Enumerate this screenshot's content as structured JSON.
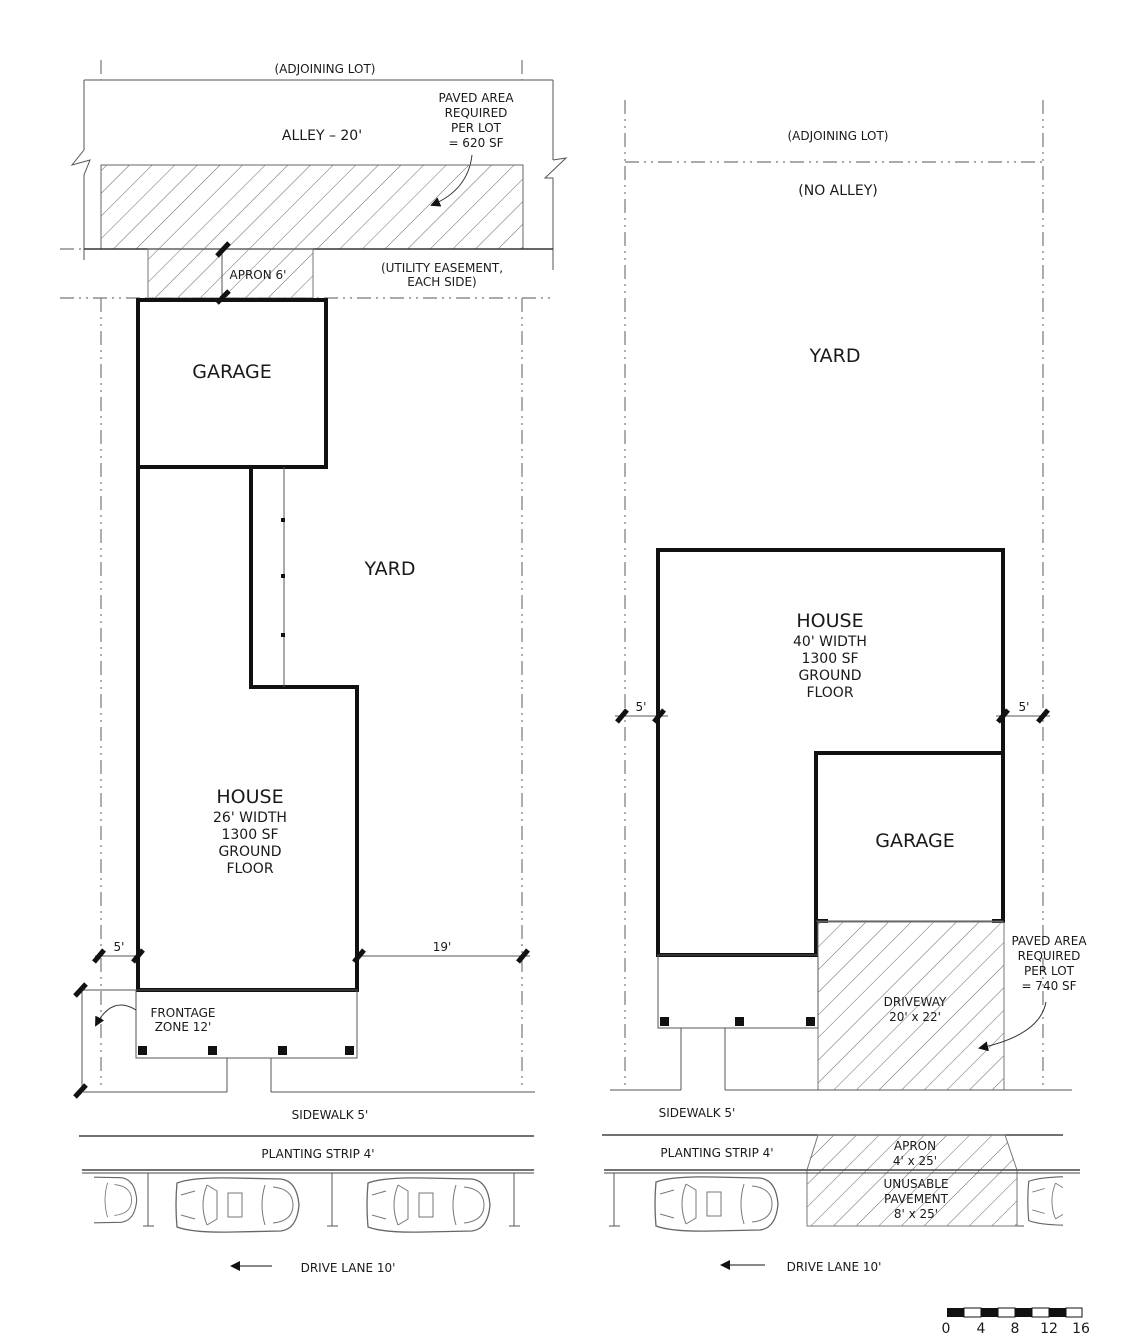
{
  "left_plan": {
    "adjoining_lot": "(ADJOINING LOT)",
    "alley": "ALLEY – 20'",
    "paved_note": [
      "PAVED AREA",
      "REQUIRED",
      "PER LOT",
      "= 620 SF"
    ],
    "apron": "APRON 6'",
    "easement": [
      "(UTILITY EASEMENT,",
      "EACH SIDE)"
    ],
    "garage": "GARAGE",
    "yard": "YARD",
    "house": {
      "title": "HOUSE",
      "lines": [
        "26' WIDTH",
        "1300 SF",
        "GROUND",
        "FLOOR"
      ]
    },
    "dim_left": "5'",
    "dim_right": "19'",
    "frontage": [
      "FRONTAGE",
      "ZONE 12'"
    ],
    "sidewalk": "SIDEWALK 5'",
    "planting_strip": "PLANTING STRIP 4'",
    "drive_lane": "DRIVE LANE 10'"
  },
  "right_plan": {
    "adjoining_lot": "(ADJOINING LOT)",
    "no_alley": "(NO ALLEY)",
    "yard": "YARD",
    "house": {
      "title": "HOUSE",
      "lines": [
        "40' WIDTH",
        "1300 SF",
        "GROUND",
        "FLOOR"
      ]
    },
    "dim_left": "5'",
    "dim_right": "5'",
    "garage": "GARAGE",
    "driveway": [
      "DRIVEWAY",
      "20' x 22'"
    ],
    "paved_note": [
      "PAVED AREA",
      "REQUIRED",
      "PER LOT",
      "= 740 SF"
    ],
    "sidewalk": "SIDEWALK 5'",
    "planting_strip": "PLANTING STRIP 4'",
    "apron": [
      "APRON",
      "4' x 25'"
    ],
    "unusable": [
      "UNUSABLE",
      "PAVEMENT",
      "8' x 25'"
    ],
    "drive_lane": "DRIVE LANE 10'"
  },
  "scale_bar": {
    "ticks": [
      "0",
      "4",
      "8",
      "12",
      "16"
    ]
  },
  "colors": {
    "line": "#111111",
    "thin_line": "#555555",
    "hatch": "#666666",
    "background": "#ffffff"
  }
}
